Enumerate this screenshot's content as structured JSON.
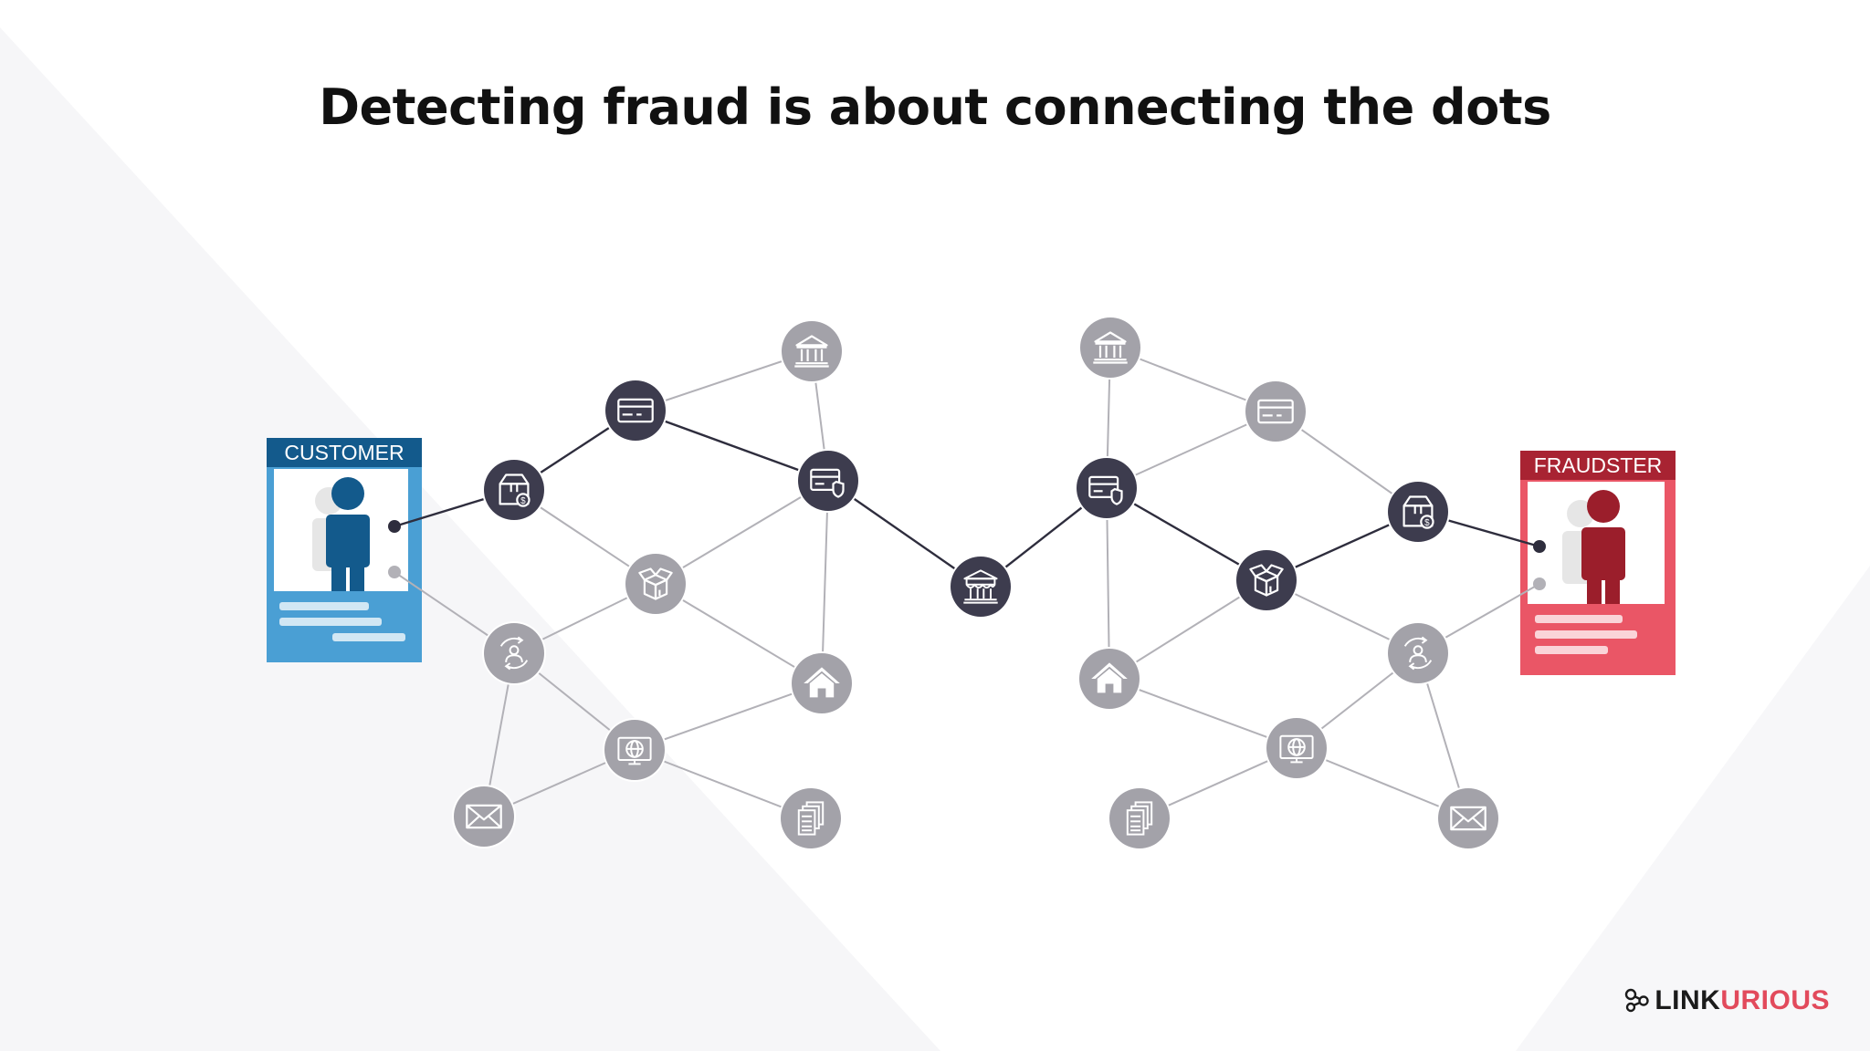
{
  "title": "Detecting fraud is about connecting the dots",
  "customer_card": {
    "label": "CUSTOMER",
    "color": "#4a9fd4",
    "header_color": "#135a8c",
    "person_color": "#135a8c"
  },
  "fraudster_card": {
    "label": "FRAUDSTER",
    "color": "#ea5666",
    "header_color": "#a82332",
    "person_color": "#9b1e2b"
  },
  "logo": {
    "prefix": "LINK",
    "suffix": "URIOUS",
    "accent": "#e24a5c"
  },
  "colors": {
    "dark_node": "#3d3c4e",
    "light_node": "#a3a2a9",
    "dark_edge": "#2e2d3d",
    "light_edge": "#b2b1b7"
  },
  "nodes": [
    {
      "id": "L_bank",
      "icon": "bank-icon",
      "style": "light"
    },
    {
      "id": "L_card1",
      "icon": "credit-card-icon",
      "style": "dark"
    },
    {
      "id": "L_pkg",
      "icon": "package-dollar-icon",
      "style": "dark"
    },
    {
      "id": "L_card2",
      "icon": "secure-card-icon",
      "style": "dark"
    },
    {
      "id": "L_box",
      "icon": "open-box-icon",
      "style": "light"
    },
    {
      "id": "L_user",
      "icon": "user-cycle-icon",
      "style": "light"
    },
    {
      "id": "L_home",
      "icon": "home-icon",
      "style": "light"
    },
    {
      "id": "L_globe",
      "icon": "globe-monitor-icon",
      "style": "light"
    },
    {
      "id": "L_mail",
      "icon": "mail-icon",
      "style": "light"
    },
    {
      "id": "L_docs",
      "icon": "documents-icon",
      "style": "light"
    },
    {
      "id": "C_store",
      "icon": "storefront-icon",
      "style": "dark"
    },
    {
      "id": "R_bank",
      "icon": "bank-icon",
      "style": "light"
    },
    {
      "id": "R_card1",
      "icon": "credit-card-icon",
      "style": "light"
    },
    {
      "id": "R_card2",
      "icon": "secure-card-icon",
      "style": "dark"
    },
    {
      "id": "R_pkg",
      "icon": "package-dollar-icon",
      "style": "dark"
    },
    {
      "id": "R_box",
      "icon": "open-box-icon",
      "style": "dark"
    },
    {
      "id": "R_user",
      "icon": "user-cycle-icon",
      "style": "light"
    },
    {
      "id": "R_home",
      "icon": "home-icon",
      "style": "light"
    },
    {
      "id": "R_globe",
      "icon": "globe-monitor-icon",
      "style": "light"
    },
    {
      "id": "R_docs",
      "icon": "documents-icon",
      "style": "light"
    },
    {
      "id": "R_mail",
      "icon": "mail-icon",
      "style": "light"
    }
  ],
  "edges": [
    {
      "from": "CUST_1",
      "to": "L_pkg",
      "style": "dark"
    },
    {
      "from": "L_pkg",
      "to": "L_card1",
      "style": "dark"
    },
    {
      "from": "L_card1",
      "to": "L_card2",
      "style": "dark"
    },
    {
      "from": "L_card2",
      "to": "C_store",
      "style": "dark"
    },
    {
      "from": "C_store",
      "to": "R_card2",
      "style": "dark"
    },
    {
      "from": "R_card2",
      "to": "R_box",
      "style": "dark"
    },
    {
      "from": "R_box",
      "to": "R_pkg",
      "style": "dark"
    },
    {
      "from": "R_pkg",
      "to": "FRAUD_1",
      "style": "dark"
    },
    {
      "from": "L_card1",
      "to": "L_bank",
      "style": "light"
    },
    {
      "from": "L_bank",
      "to": "L_card2",
      "style": "light"
    },
    {
      "from": "L_pkg",
      "to": "L_box",
      "style": "light"
    },
    {
      "from": "L_card2",
      "to": "L_box",
      "style": "light"
    },
    {
      "from": "L_card2",
      "to": "L_home",
      "style": "light"
    },
    {
      "from": "L_box",
      "to": "L_user",
      "style": "light"
    },
    {
      "from": "L_box",
      "to": "L_home",
      "style": "light"
    },
    {
      "from": "CUST_2",
      "to": "L_user",
      "style": "light"
    },
    {
      "from": "L_user",
      "to": "L_mail",
      "style": "light"
    },
    {
      "from": "L_user",
      "to": "L_globe",
      "style": "light"
    },
    {
      "from": "L_home",
      "to": "L_globe",
      "style": "light"
    },
    {
      "from": "L_globe",
      "to": "L_mail",
      "style": "light"
    },
    {
      "from": "L_globe",
      "to": "L_docs",
      "style": "light"
    },
    {
      "from": "R_bank",
      "to": "R_card1",
      "style": "light"
    },
    {
      "from": "R_bank",
      "to": "R_card2",
      "style": "light"
    },
    {
      "from": "R_card1",
      "to": "R_card2",
      "style": "light"
    },
    {
      "from": "R_card1",
      "to": "R_pkg",
      "style": "light"
    },
    {
      "from": "R_card2",
      "to": "R_home",
      "style": "light"
    },
    {
      "from": "R_box",
      "to": "R_home",
      "style": "light"
    },
    {
      "from": "R_box",
      "to": "R_user",
      "style": "light"
    },
    {
      "from": "R_home",
      "to": "R_globe",
      "style": "light"
    },
    {
      "from": "R_user",
      "to": "R_globe",
      "style": "light"
    },
    {
      "from": "R_user",
      "to": "R_mail",
      "style": "light"
    },
    {
      "from": "R_user",
      "to": "FRAUD_2",
      "style": "light"
    },
    {
      "from": "R_globe",
      "to": "R_docs",
      "style": "light"
    },
    {
      "from": "R_globe",
      "to": "R_mail",
      "style": "light"
    }
  ]
}
